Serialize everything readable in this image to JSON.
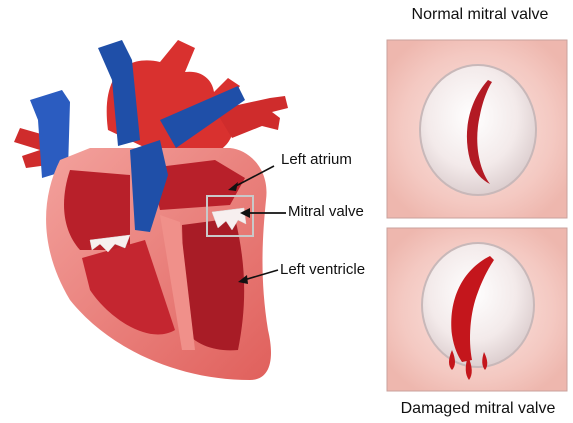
{
  "labels": {
    "left_atrium": "Left atrium",
    "mitral_valve": "Mitral valve",
    "left_ventricle": "Left ventricle"
  },
  "panels": {
    "normal_title": "Normal mitral valve",
    "damaged_title": "Damaged mitral valve"
  },
  "colors": {
    "artery_red": "#d9312f",
    "vein_blue": "#1f4fa8",
    "muscle_pink": "#ef8a86",
    "chamber_dark": "#b8202a",
    "panel_bg": "#f6d2cd",
    "blood_red": "#c4161c"
  }
}
